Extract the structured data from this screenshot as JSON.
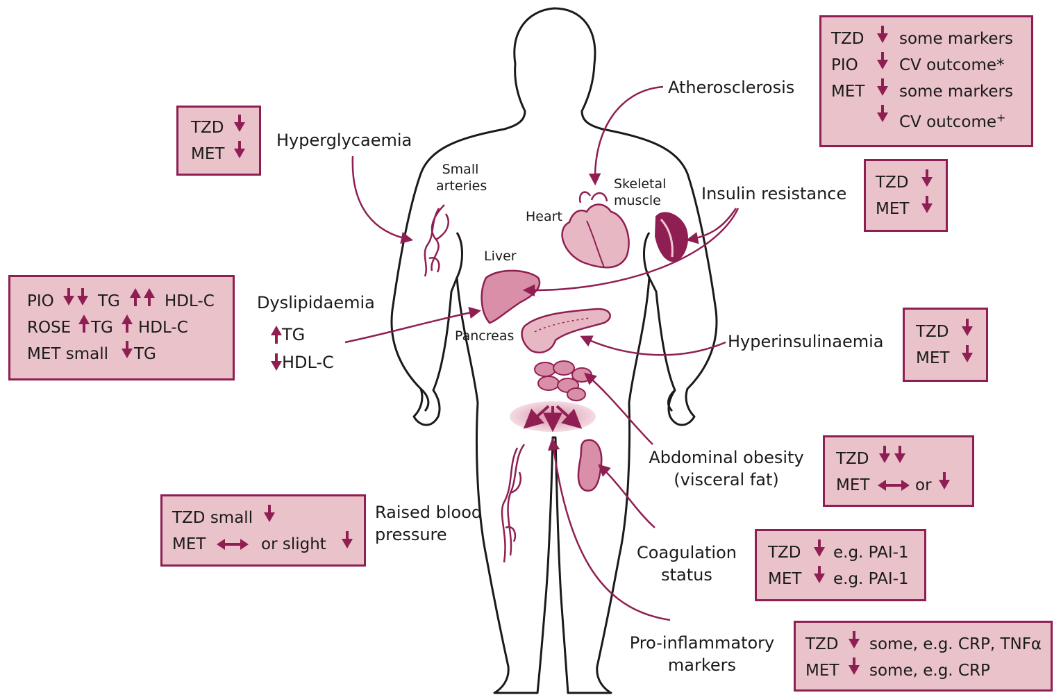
{
  "conditions": {
    "hyperglycaemia": "Hyperglycaemia",
    "atherosclerosis": "Atherosclerosis",
    "insulin_resistance": "Insulin resistance",
    "dyslipidaemia": "Dyslipidaemia",
    "dys_tg": "TG",
    "dys_hdl": "HDL-C",
    "hyperinsulinaemia": "Hyperinsulinaemia",
    "abdominal_obesity_1": "Abdominal obesity",
    "abdominal_obesity_2": "(visceral fat)",
    "raised_bp_1": "Raised blood",
    "raised_bp_2": "pressure",
    "coagulation_1": "Coagulation",
    "coagulation_2": "status",
    "proinflam_1": "Pro-inflammatory",
    "proinflam_2": "markers"
  },
  "organs": {
    "small_arteries_1": "Small",
    "small_arteries_2": "arteries",
    "heart": "Heart",
    "skeletal_1": "Skeletal",
    "skeletal_2": "muscle",
    "liver": "Liver",
    "pancreas": "Pancreas"
  },
  "boxes": {
    "hyperglycaemia": {
      "r1": "TZD",
      "r2": "MET"
    },
    "atherosclerosis": {
      "r1a": "TZD",
      "r1b": "some markers",
      "r2a": "PIO",
      "r2b": "CV outcome*",
      "r3a": "MET",
      "r3b": "some markers",
      "r4b": "CV outcome",
      "r4sup": "+"
    },
    "insulin_resistance": {
      "r1": "TZD",
      "r2": "MET"
    },
    "dyslipidaemia": {
      "r1a": "PIO",
      "r1b": "TG",
      "r1c": "HDL-C",
      "r2a": "ROSE",
      "r2b": "TG",
      "r2c": "HDL-C",
      "r3a": "MET small",
      "r3b": "TG"
    },
    "hyperinsulinaemia": {
      "r1": "TZD",
      "r2": "MET"
    },
    "abdominal_obesity": {
      "r1": "TZD",
      "r2a": "MET",
      "r2b": "or"
    },
    "raised_bp": {
      "r1": "TZD small",
      "r2a": "MET",
      "r2b": "or slight"
    },
    "coagulation": {
      "r1a": "TZD",
      "r1b": "e.g. PAI-1",
      "r2a": "MET",
      "r2b": "e.g. PAI-1"
    },
    "proinflammatory": {
      "r1a": "TZD",
      "r1b": "some, e.g. CRP, TNFα",
      "r2a": "MET",
      "r2b": "some, e.g. CRP"
    }
  },
  "colors": {
    "accent": "#8f1f52",
    "box_fill": "#e9c2ca",
    "organ_fill": "#e8b7c4"
  }
}
